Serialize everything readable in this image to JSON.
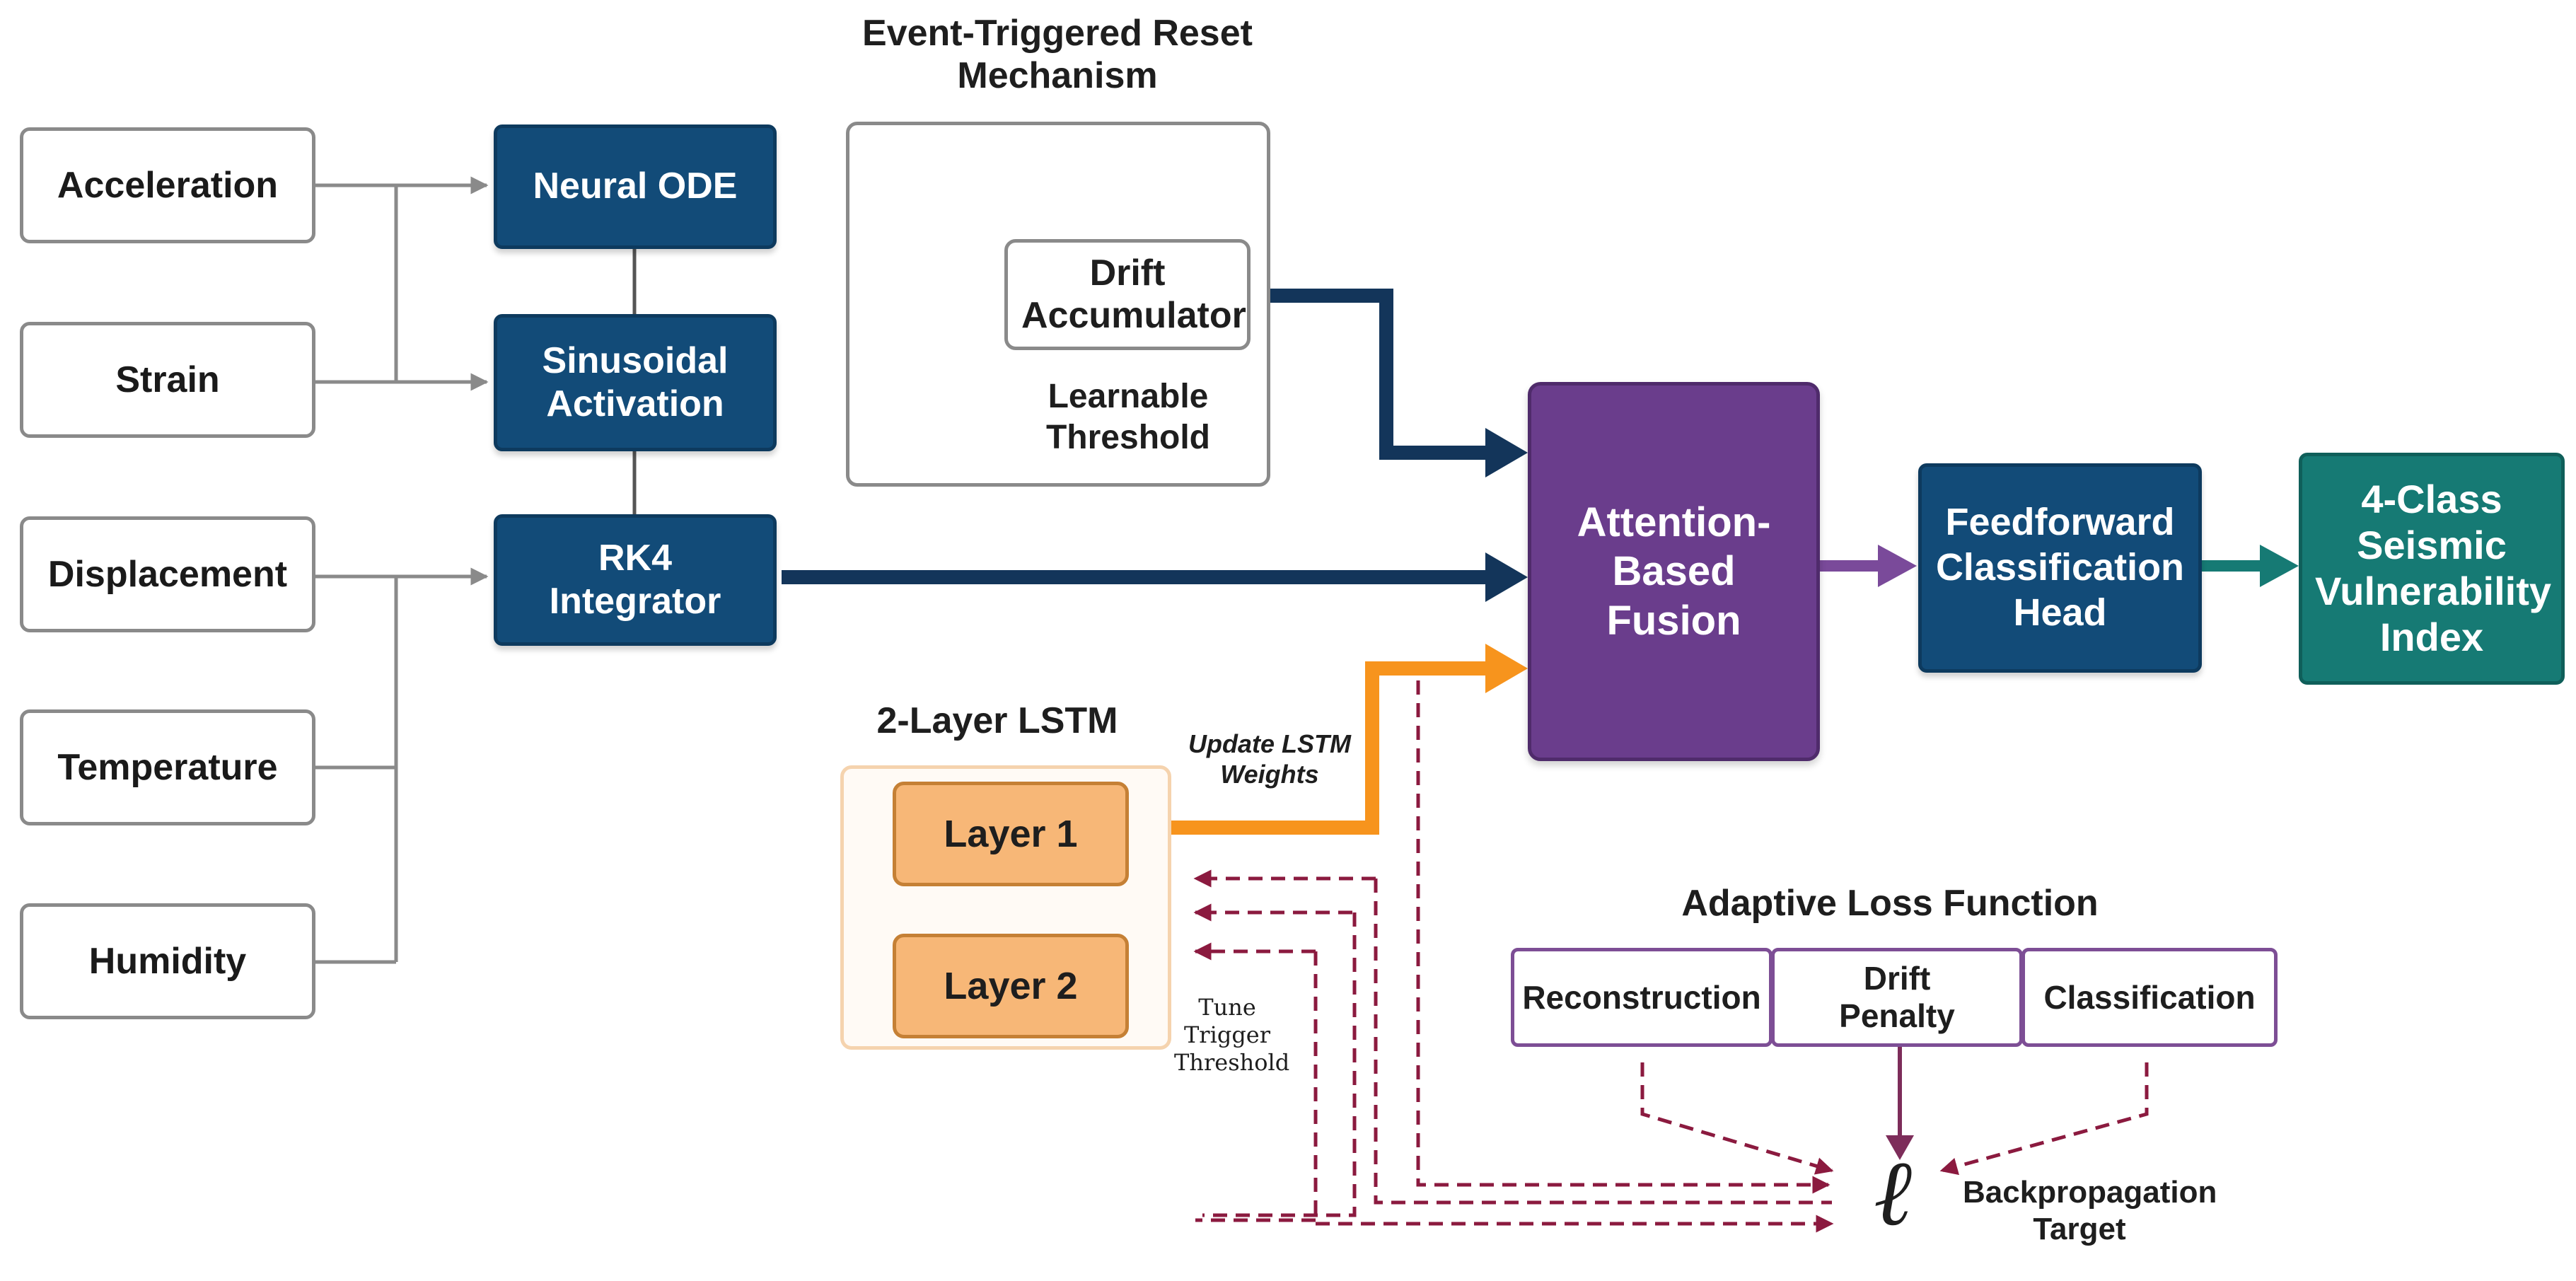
{
  "inputs": [
    "Acceleration",
    "Strain",
    "Displacement",
    "Temperature",
    "Humidity"
  ],
  "ode": {
    "neural_ode": "Neural ODE",
    "sinusoidal": "Sinusoidal Activation",
    "rk4": "RK4 Integrator"
  },
  "reset": {
    "title": "Event-Triggered Reset Mechanism",
    "drift_accumulator": "Drift Accumulator",
    "threshold": "Learnable Threshold"
  },
  "lstm": {
    "title": "2-Layer LSTM",
    "layer1": "Layer 1",
    "layer2": "Layer 2",
    "update_note": "Update LSTM Weights",
    "tune_note": "Tune Trigger Threshold"
  },
  "fusion": {
    "label": "Attention-Based Fusion"
  },
  "head": {
    "label": "Feedforward Classification Head"
  },
  "output": {
    "label": "4-Class Seismic Vulnerability Index"
  },
  "loss": {
    "title": "Adaptive Loss Function",
    "terms": [
      "Reconstruction",
      "Drift Penalty",
      "Classification"
    ],
    "symbol": "ℓ",
    "target": "Backpropagation Target"
  },
  "colors": {
    "ode_blue": "#124b78",
    "fusion_purple": "#6a3d8c",
    "output_teal": "#167a74",
    "lstm_orange": "#f7b777",
    "lstm_arrow": "#f7941d",
    "loss_dashed": "#8b1a3f",
    "connector_gray": "#8a8a8a"
  }
}
